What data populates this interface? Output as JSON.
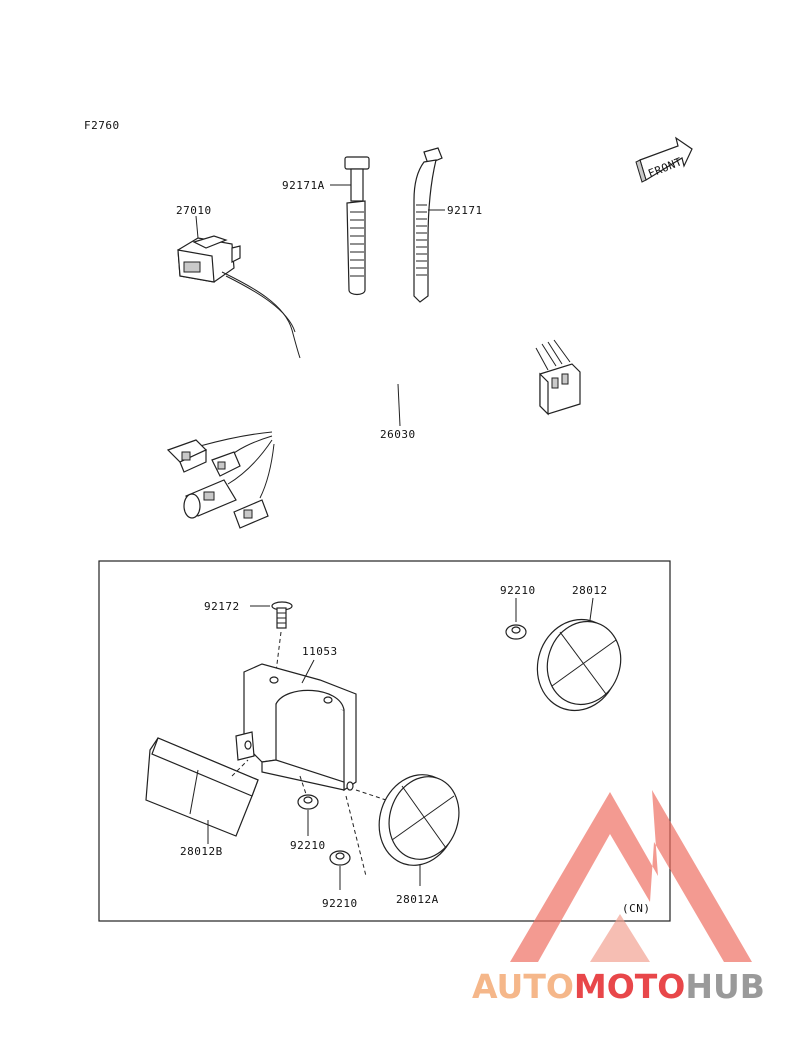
{
  "figure_code": "F2760",
  "front_label": "FRONT",
  "region_note": "(CN)",
  "callouts": {
    "c27010": "27010",
    "c92171A": "92171A",
    "c92171": "92171",
    "c26030": "26030",
    "c92172": "92172",
    "c11053": "11053",
    "c92210_top": "92210",
    "c28012": "28012",
    "c28012B": "28012B",
    "c92210_mid": "92210",
    "c92210_bot": "92210",
    "c28012A": "28012A"
  },
  "watermark": {
    "part1": "AUTO",
    "part2": "MOTO",
    "part3": "HUB",
    "color1": "#f5b78a",
    "color2": "#e8474a",
    "color3": "#9a9a9a"
  }
}
